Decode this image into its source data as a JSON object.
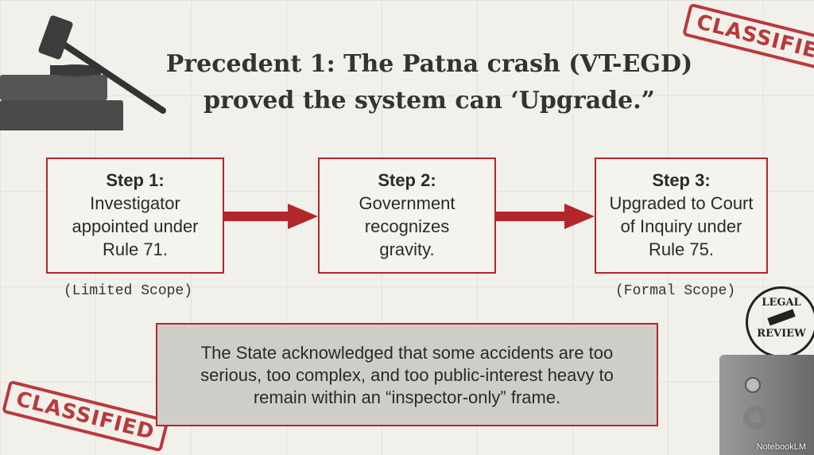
{
  "title": {
    "line1": "Precedent 1: The Patna crash (VT-EGD)",
    "line2": "proved the system can ‘Upgrade.”"
  },
  "steps": [
    {
      "label": "Step 1:",
      "text": "Investigator appointed under Rule 71."
    },
    {
      "label": "Step 2:",
      "text": "Government recognizes gravity."
    },
    {
      "label": "Step 3:",
      "text": "Upgraded to Court of Inquiry under Rule 75."
    }
  ],
  "captions": {
    "step1": "(Limited Scope)",
    "step3": "(Formal Scope)"
  },
  "note": "The State acknowledged that some accidents are too serious, too complex, and too public-interest heavy to remain within an “inspector-only” frame.",
  "stamps": {
    "top": "CLASSIFIED",
    "bottom": "CLASSIFIED",
    "seal_top": "LEGAL",
    "seal_bottom": "REVIEW"
  },
  "watermark": "NotebookLM",
  "colors": {
    "accent": "#b3262a",
    "note_bg": "#cfcdc8"
  }
}
